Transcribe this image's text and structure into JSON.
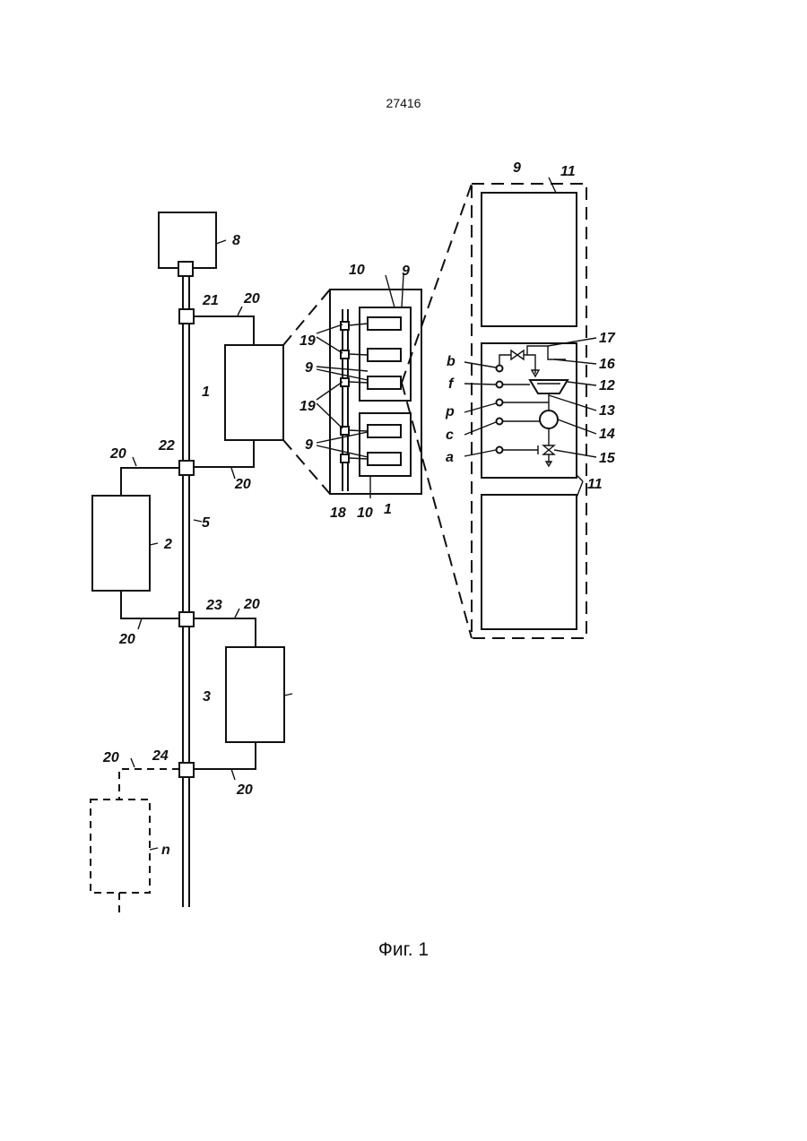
{
  "page_number": "27416",
  "caption": "Фиг. 1",
  "labels": {
    "l8": "8",
    "l21": "21",
    "l20a": "20",
    "l1": "1",
    "l20b": "20",
    "l22": "22",
    "l20c": "20",
    "l2": "2",
    "l5": "5",
    "l23": "23",
    "l20d": "20",
    "l20e": "20",
    "l3": "3",
    "l20f": "20",
    "l24": "24",
    "l20g": "20",
    "ln": "n",
    "d10": "10",
    "d9a": "9",
    "d19a": "19",
    "d9b": "9",
    "d19b": "19",
    "d9c": "9",
    "d18": "18",
    "d10b": "10",
    "d1": "1",
    "e9": "9",
    "e11a": "11",
    "e17": "17",
    "e16": "16",
    "e12": "12",
    "e13": "13",
    "e14": "14",
    "e15": "15",
    "e11b": "11",
    "sb": "b",
    "sf": "f",
    "sp": "p",
    "sc": "c",
    "sa": "a"
  }
}
